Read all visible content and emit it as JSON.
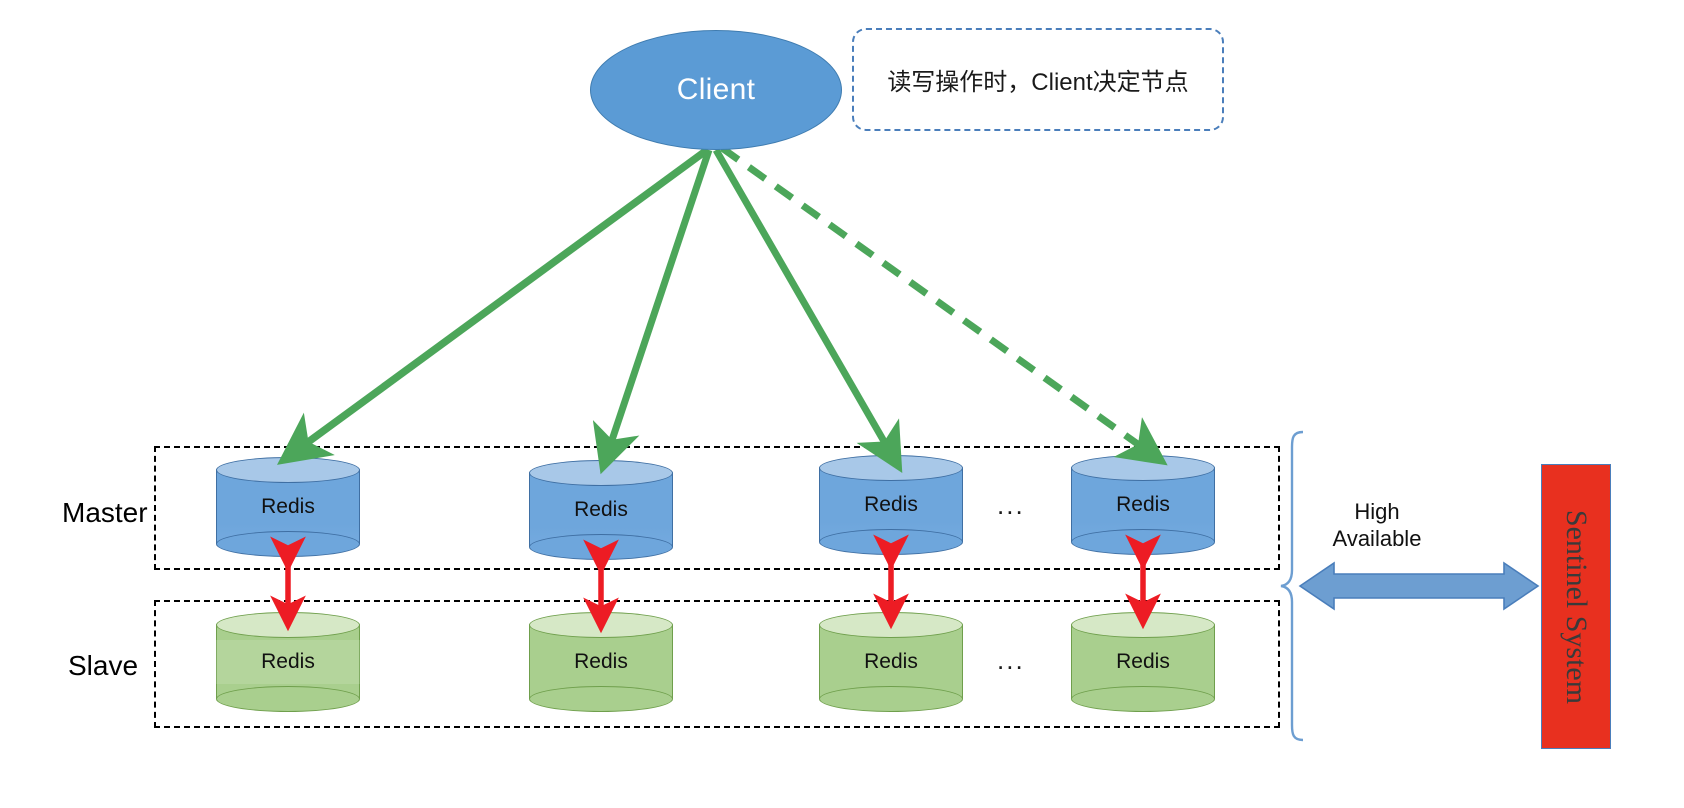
{
  "diagram": {
    "title_node": {
      "label": "Client"
    },
    "note": {
      "text": "读写操作时，Client决定节点"
    },
    "rows": [
      {
        "key": "master",
        "label": "Master"
      },
      {
        "key": "slave",
        "label": "Slave"
      }
    ],
    "master_nodes": [
      {
        "label": "Redis"
      },
      {
        "label": "Redis"
      },
      {
        "label": "Redis"
      },
      {
        "label": "Redis"
      }
    ],
    "slave_nodes": [
      {
        "label": "Redis"
      },
      {
        "label": "Redis"
      },
      {
        "label": "Redis"
      },
      {
        "label": "Redis"
      }
    ],
    "ellipsis": "...",
    "high_available": {
      "line1": "High",
      "line2": "Available"
    },
    "sentinel": {
      "label": "Sentinel System"
    },
    "colors": {
      "client_fill": "#5b9bd5",
      "client_stroke": "#3f7cb0",
      "note_border": "#4a7ebb",
      "master_fill": "#6ea6dc",
      "master_top": "#a8c8e8",
      "master_stroke": "#3f6fa3",
      "slave_fill": "#a9cf8e",
      "slave_top": "#d6e8c6",
      "slave_stroke": "#6f9f4c",
      "green_arrow": "#4ca65a",
      "red_arrow": "#ed1c24",
      "blue_arrow": "#6d9ed1",
      "brace": "#6d9ed1",
      "sentinel_fill": "#e8301f",
      "sentinel_text": "#3a3a3a",
      "group_border": "#000000"
    },
    "edges": {
      "client_to_master_solid": 3,
      "client_to_master_dashed": 1,
      "master_slave_replication": 4,
      "ha_link": "bidirectional"
    }
  }
}
